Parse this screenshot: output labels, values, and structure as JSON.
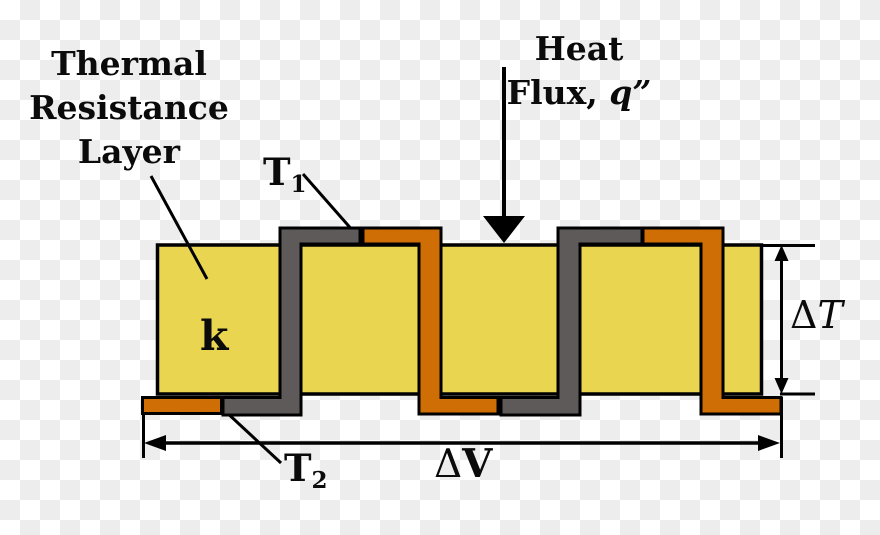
{
  "labels": {
    "thermal_resistance_layer": {
      "line1": "Thermal",
      "line2": "Resistance",
      "line3": "Layer"
    },
    "heat_flux": {
      "line1": "Heat",
      "line2_prefix": "Flux, ",
      "line2_symbol": "q”"
    },
    "t1": {
      "main": "T",
      "sub": "1"
    },
    "t2": {
      "main": "T",
      "sub": "2"
    },
    "conductivity": "k",
    "delta_t": {
      "delta": "Δ",
      "symbol": "T"
    },
    "delta_v": {
      "delta": "Δ",
      "symbol": "V"
    }
  },
  "colors": {
    "layer_yellow": "#e9d54f",
    "conductor_orange": "#cf6e05",
    "conductor_gray": "#5e5a5a",
    "outline": "#000000",
    "checker_light": "#ffffff",
    "checker_dark": "#ededed"
  }
}
